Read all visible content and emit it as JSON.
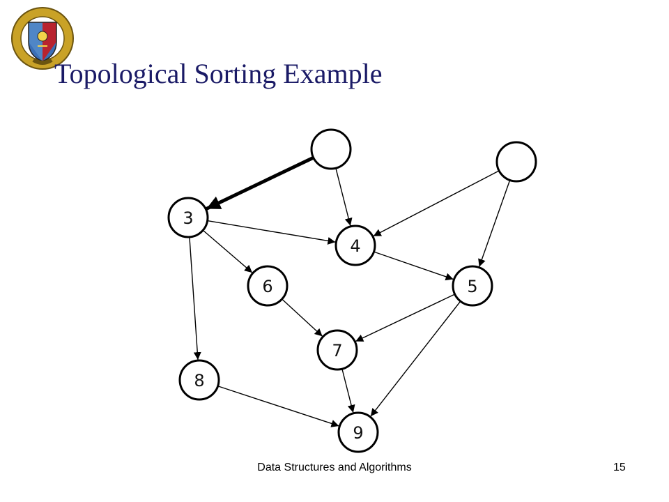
{
  "slide": {
    "title": "Topological Sorting Example",
    "footer": "Data Structures and Algorithms",
    "page_number": "15"
  },
  "graph": {
    "nodes": [
      {
        "id": "top-left",
        "label": ""
      },
      {
        "id": "top-right",
        "label": ""
      },
      {
        "id": "n3",
        "label": "3"
      },
      {
        "id": "n4",
        "label": "4"
      },
      {
        "id": "n5",
        "label": "5"
      },
      {
        "id": "n6",
        "label": "6"
      },
      {
        "id": "n7",
        "label": "7"
      },
      {
        "id": "n8",
        "label": "8"
      },
      {
        "id": "n9",
        "label": "9"
      }
    ],
    "edges": [
      {
        "from": "top-left",
        "to": "n3",
        "highlighted": true
      },
      {
        "from": "top-left",
        "to": "n4",
        "highlighted": false
      },
      {
        "from": "top-right",
        "to": "n4",
        "highlighted": false
      },
      {
        "from": "top-right",
        "to": "n5",
        "highlighted": false
      },
      {
        "from": "n3",
        "to": "n4",
        "highlighted": false
      },
      {
        "from": "n3",
        "to": "n6",
        "highlighted": false
      },
      {
        "from": "n3",
        "to": "n8",
        "highlighted": false
      },
      {
        "from": "n4",
        "to": "n5",
        "highlighted": false
      },
      {
        "from": "n6",
        "to": "n7",
        "highlighted": false
      },
      {
        "from": "n5",
        "to": "n7",
        "highlighted": false
      },
      {
        "from": "n5",
        "to": "n9",
        "highlighted": false
      },
      {
        "from": "n7",
        "to": "n9",
        "highlighted": false
      },
      {
        "from": "n8",
        "to": "n9",
        "highlighted": false
      }
    ]
  },
  "colors": {
    "title": "#1a1a66",
    "node_fill": "#ffffff",
    "node_stroke": "#000000",
    "edge": "#000000"
  },
  "icons": {
    "logo": "institute-crest-logo"
  }
}
